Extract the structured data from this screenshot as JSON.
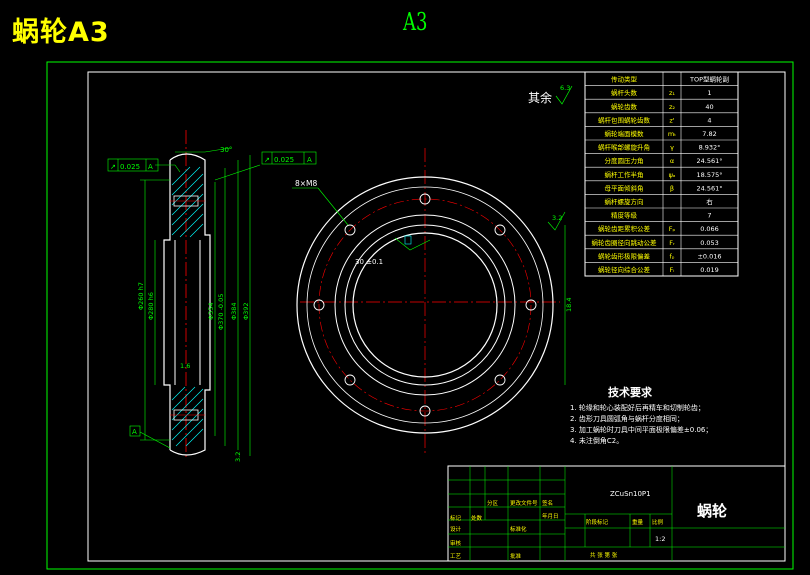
{
  "header": {
    "title": "蜗轮A3",
    "sheet_size": "A3"
  },
  "drawing": {
    "roughness_symbol": "其余",
    "roughness_value": "6.3",
    "hole_callout": "8×M8",
    "angle_note": "30°",
    "side_view": {
      "tolerance_top_left": {
        "symbol": "↗",
        "value": "0.025",
        "datum": "A"
      },
      "tolerance_top_right": {
        "symbol": "↗",
        "value": "0.025",
        "datum": "A"
      },
      "datum": "A",
      "angle": "30°",
      "roughness_inner": "1.6",
      "roughness_bottom": "3.2",
      "dim_left_1": "Φ260 h7",
      "dim_left_2": "Φ280 h6",
      "dim_mid_1": "Φ354",
      "dim_mid_2": "Φ370 -0.05",
      "dim_right_1": "Φ384",
      "dim_right_2": "Φ392"
    },
    "front_view": {
      "roughness_right": "3.2",
      "dim_bore": "18.4",
      "dim_keyway": "30 ±0.1"
    }
  },
  "param_table": {
    "rows": [
      {
        "label": "传动类型",
        "symbol": "",
        "value": "TOP型蜗轮副"
      },
      {
        "label": "蜗杆头数",
        "symbol": "z₁",
        "value": "1"
      },
      {
        "label": "蜗轮齿数",
        "symbol": "z₂",
        "value": "40"
      },
      {
        "label": "蜗杆包围蜗轮齿数",
        "symbol": "z'",
        "value": "4"
      },
      {
        "label": "蜗轮端面模数",
        "symbol": "mₜ",
        "value": "7.82"
      },
      {
        "label": "蜗杆喉部螺旋升角",
        "symbol": "γ",
        "value": "8.932°"
      },
      {
        "label": "分度圆压力角",
        "symbol": "α",
        "value": "24.561°"
      },
      {
        "label": "蜗杆工作半角",
        "symbol": "ψₐ",
        "value": "18.575°"
      },
      {
        "label": "母平面倾斜角",
        "symbol": "β",
        "value": "24.561°"
      },
      {
        "label": "蜗杆螺旋方向",
        "symbol": "",
        "value": "右"
      },
      {
        "label": "精度等级",
        "symbol": "",
        "value": "7"
      },
      {
        "label": "蜗轮齿距累积公差",
        "symbol": "Fₚ",
        "value": "0.066"
      },
      {
        "label": "蜗轮齿圈径向跳动公差",
        "symbol": "Fᵣ",
        "value": "0.053"
      },
      {
        "label": "蜗轮齿形极限偏差",
        "symbol": "fₚ",
        "value": "±0.016"
      },
      {
        "label": "蜗轮径向综合公差",
        "symbol": "Fᵢ",
        "value": "0.019"
      }
    ]
  },
  "tech_requirements": {
    "heading": "技术要求",
    "items": [
      "1. 轮缘和轮心装配好后再精车和切制轮齿；",
      "2. 齿形刀具圆弧角与蜗杆分度相同；",
      "3. 加工蜗轮时刀具中间平面极限偏差±0.06；",
      "4. 未注倒角C2。"
    ]
  },
  "title_block": {
    "material": "ZCuSn10P1",
    "part_name": "蜗轮",
    "scale": "1:2",
    "cells": {
      "mark": "标记",
      "count": "处数",
      "zone": "分区",
      "change_doc": "更改文件号",
      "signature": "签名",
      "date": "年月日",
      "design": "设计",
      "standardize": "标准化",
      "stage_mark": "阶段标记",
      "weight": "重量",
      "ratio": "比例",
      "review": "审核",
      "process": "工艺",
      "approve": "批准",
      "sheet_info": "共 张 第 张"
    }
  },
  "colors": {
    "frame": "#00ff00",
    "outline": "#ffffff",
    "centerline": "#ff0000",
    "dimension": "#00ff00",
    "text": "#ffff00",
    "hatch": "#00ffff",
    "hidden": "#ff00ff"
  }
}
